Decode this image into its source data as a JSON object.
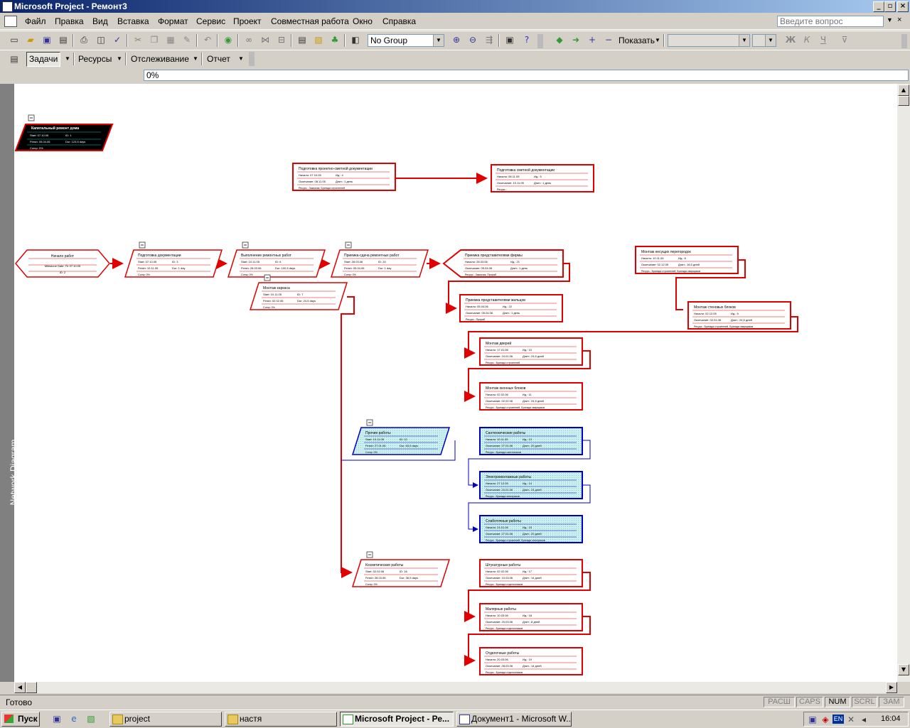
{
  "window": {
    "title": "Microsoft Project - Ремонт3"
  },
  "menu": {
    "items": [
      "Файл",
      "Правка",
      "Вид",
      "Вставка",
      "Формат",
      "Сервис",
      "Проект",
      "Совместная работа",
      "Окно",
      "Справка"
    ],
    "ask_placeholder": "Введите вопрос"
  },
  "toolbar": {
    "group_value": "No Group",
    "show_label": "Показать",
    "bold": "Ж",
    "italic": "К",
    "underline": "Ч"
  },
  "guide_toolbar": {
    "tasks": "Задачи",
    "resources": "Ресурсы",
    "tracking": "Отслеживание",
    "report": "Отчет"
  },
  "entry": {
    "value": "0%"
  },
  "view": {
    "name": "Network Diagram"
  },
  "diagram": {
    "summary_black": {
      "title": "Капитальный ремонт дома",
      "r1a": "Start: 07.10.05",
      "r1b": "ID: 1",
      "r2a": "Finish: 05.04.06",
      "r2b": "Dur: 123,5 days",
      "r3a": "Comp: 0%"
    },
    "nodes": [
      {
        "title": "Подготовка проектно-сметной документации",
        "a": "Начало: 07.10.05",
        "b": "Ид.: 4",
        "c": "Окончание: 08.11.05",
        "d": "Длит.: 1 день",
        "e": "Ресурс.: Заказчик, Бригада строителей"
      },
      {
        "title": "Подготовка сметной документации",
        "a": "Начало: 08.11.05",
        "b": "Ид.: 5",
        "c": "Окончание: 10.11.05",
        "d": "Длит.: 1 день",
        "e": "Ресурс.:"
      },
      {
        "title": "Начало работ",
        "a": "Milestone Date: Пт 07.10.05",
        "b": "ID: 2"
      },
      {
        "title": "Подготовка документации",
        "a": "Start: 07.10.05",
        "b": "ID: 3",
        "c": "Finish: 10.11.05",
        "d": "Dur: 1 day",
        "e": "Comp: 0%"
      },
      {
        "title": "Выполнение ремонтных работ",
        "a": "Start: 10.11.05",
        "b": "ID: 6",
        "c": "Finish: 28.03.06",
        "d": "Dur: 100,5 days",
        "e": "Comp: 0%"
      },
      {
        "title": "Приемка-сдача ремонтных работ",
        "a": "Start: 28.03.06",
        "b": "ID: 20",
        "c": "Finish: 05.04.06",
        "d": "Dur: 1 day",
        "e": "Comp: 0%"
      },
      {
        "title": "Приемка представителями фирмы",
        "a": "Начало: 28.03.06",
        "b": "Ид.: 21",
        "c": "Окончание: 05.04.06",
        "d": "Длит.: 1 день",
        "e": "Ресурс.: Заказчик, Прораб"
      },
      {
        "title": "Приемка представителями жильцов",
        "a": "Начало: 05.04.06",
        "b": "Ид.: 22",
        "c": "Окончание: 05.04.06",
        "d": "Длит.: 1 день",
        "e": "Ресурс.: Прораб"
      },
      {
        "title": "Монтаж несущих перегородок",
        "a": "Начало: 10.11.05",
        "b": "Ид.: 8",
        "c": "Окончание: 02.12.05",
        "d": "Длит.: 16,5 дней",
        "e": "Ресурс.: Бригада строителей, Бригада сварщиков"
      },
      {
        "title": "Монтаж каркаса",
        "a": "Start: 10.11.05",
        "b": "ID: 7",
        "c": "Finish: 02.02.06",
        "d": "Dur: 24,5 days",
        "e": "Comp: 0%"
      },
      {
        "title": "Монтаж стеновых блоков",
        "a": "Начало: 02.12.05",
        "b": "Ид.: 9",
        "c": "Окончание: 02.01.06",
        "d": "Длит.: 24,5 дней",
        "e": "Ресурс.: Бригада строителей, Бригада сварщиков"
      },
      {
        "title": "Монтаж дверей",
        "a": "Начало: 17.01.06",
        "b": "Ид.: 10",
        "c": "Окончание: 24.01.06",
        "d": "Длит.: 24,5 дней",
        "e": "Ресурс.: Бригада строителей"
      },
      {
        "title": "Монтаж оконных блоков",
        "a": "Начало: 02.02.06",
        "b": "Ид.: 11",
        "c": "Окончание: 02.02.06",
        "d": "Длит.: 24,5 дней",
        "e": "Ресурс.: Бригада строителей, Бригада сварщиков"
      },
      {
        "title": "Прочие работы",
        "a": "Start: 10.11.05",
        "b": "ID: 12",
        "c": "Finish: 27.01.06",
        "d": "Dur: 63,5 days",
        "e": "Comp: 0%"
      },
      {
        "title": "Сантехнические работы",
        "a": "Начало: 10.11.05",
        "b": "Ид.: 13",
        "c": "Окончание: 27.01.06",
        "d": "Длит.: 20 дней",
        "e": "Ресурс.: Бригада сантехников"
      },
      {
        "title": "Электромонтажные работы",
        "a": "Начало: 27.12.05",
        "b": "Ид.: 14",
        "c": "Окончание: 24.01.06",
        "d": "Длит.: 24 дней",
        "e": "Ресурс.: Бригада электриков"
      },
      {
        "title": "Слаботочные работы",
        "a": "Начало: 24.01.06",
        "b": "Ид.: 15",
        "c": "Окончание: 27.01.06",
        "d": "Длит.: 20 дней",
        "e": "Ресурс.: Бригада строителей, Бригада электриков"
      },
      {
        "title": "Косметические работы",
        "a": "Start: 02.02.06",
        "b": "ID: 16",
        "c": "Finish: 28.03.06",
        "d": "Dur: 36,5 days",
        "e": "Comp: 0%"
      },
      {
        "title": "Штукатурные работы",
        "a": "Начало: 02.02.06",
        "b": "Ид.: 17",
        "c": "Окончание: 10.03.06",
        "d": "Длит.: 14 дней",
        "e": "Ресурс.: Бригада отделочников"
      },
      {
        "title": "Малярные работы",
        "a": "Начало: 10.03.06",
        "b": "Ид.: 18",
        "c": "Окончание: 20.03.06",
        "d": "Длит.: 8 дней",
        "e": "Ресурс.: Бригада отделочников"
      },
      {
        "title": "Отделочные работы",
        "a": "Начало: 20.03.06",
        "b": "Ид.: 19",
        "c": "Окончание: 28.03.06",
        "d": "Длит.: 14 дней",
        "e": "Ресурс.: Бригада отделочников"
      }
    ]
  },
  "status": {
    "ready": "Готово",
    "ext": "РАСШ",
    "caps": "CAPS",
    "num": "NUM",
    "scrl": "SCRL",
    "ovr": "ЗАМ"
  },
  "taskbar": {
    "start": "Пуск",
    "tasks": [
      "project",
      "настя",
      "Microsoft Project - Ре...",
      "Документ1 - Microsoft W..."
    ],
    "lang": "EN",
    "clock": "16:04"
  },
  "colors": {
    "critical": "#e00000",
    "noncritical": "#0000c0",
    "selected_fill": "#ccf0f0"
  }
}
